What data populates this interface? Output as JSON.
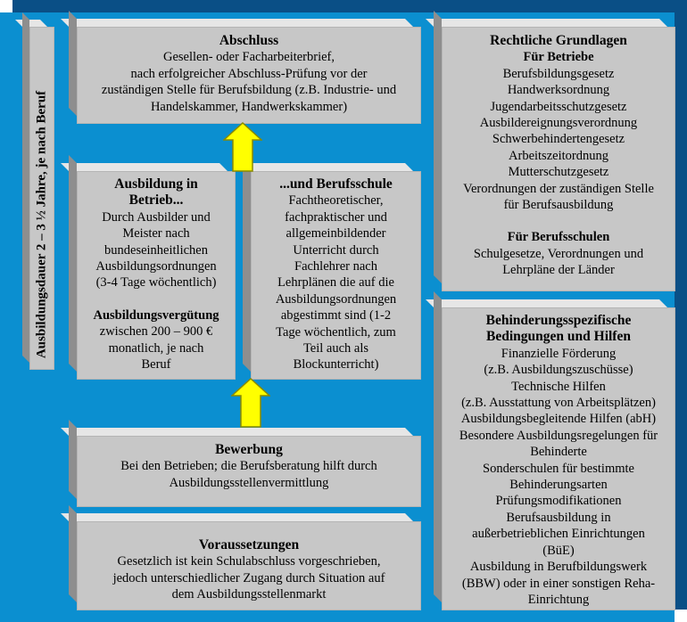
{
  "side_label": "Ausbildungsdauer 2 – 3 ½ Jahre, je nach Beruf",
  "abschluss": {
    "title": "Abschluss",
    "lines": [
      "Gesellen- oder Facharbeiterbrief,",
      "nach erfolgreicher Abschluss-Prüfung vor der",
      "zuständigen Stelle für Berufsbildung (z.B. Industrie-  und",
      "Handelskammer, Handwerkskammer)"
    ]
  },
  "betrieb": {
    "title_lines": [
      "Ausbildung in",
      "Betrieb..."
    ],
    "lines": [
      "Durch Ausbilder und",
      "Meister nach",
      "bundeseinheitlichen",
      "Ausbildungsordnungen",
      "(3-4 Tage wöchentlich)"
    ],
    "verguetung_title": "Ausbildungsvergütung",
    "verguetung_lines": [
      "zwischen 200 – 900 €",
      "monatlich, je nach",
      "Beruf"
    ]
  },
  "berufsschule": {
    "title": "...und Berufsschule",
    "lines": [
      "Fachtheoretischer,",
      "fachpraktischer und",
      "allgemeinbildender",
      "Unterricht durch",
      "Fachlehrer nach",
      "Lehrplänen die auf die",
      "Ausbildungsordnungen",
      "abgestimmt sind (1-2",
      "Tage wöchentlich, zum",
      "Teil auch als",
      "Blockunterricht)"
    ]
  },
  "bewerbung": {
    "title": "Bewerbung",
    "lines": [
      "Bei den Betrieben; die Berufsberatung hilft durch",
      "Ausbildungsstellenvermittlung"
    ]
  },
  "voraussetzungen": {
    "title": "Voraussetzungen",
    "lines": [
      "Gesetzlich ist kein Schulabschluss vorgeschrieben,",
      "jedoch unterschiedlicher Zugang durch Situation auf",
      "dem Ausbildungsstellenmarkt"
    ]
  },
  "rechtliche": {
    "title": "Rechtliche Grundlagen",
    "betriebe_title": "Für Betriebe",
    "betriebe_lines": [
      "Berufsbildungsgesetz",
      "Handwerksordnung",
      "Jugendarbeitsschutzgesetz",
      "Ausbildereignungsverordnung",
      "Schwerbehindertengesetz",
      "Arbeitszeitordnung",
      "Mutterschutzgesetz",
      "Verordnungen der zuständigen Stelle",
      "für Berufsausbildung"
    ],
    "schulen_title": "Für Berufsschulen",
    "schulen_lines": [
      "Schulgesetze, Verordnungen und",
      "Lehrpläne der Länder"
    ]
  },
  "behinderung": {
    "title_lines": [
      "Behinderungsspezifische",
      "Bedingungen und Hilfen"
    ],
    "lines": [
      "Finanzielle Förderung",
      "(z.B. Ausbildungszuschüsse)",
      "Technische Hilfen",
      "(z.B. Ausstattung von Arbeitsplätzen)",
      "Ausbildungsbegleitende Hilfen (abH)",
      "Besondere Ausbildungsregelungen für",
      "Behinderte",
      "Sonderschulen für bestimmte",
      "Behinderungsarten",
      "Prüfungsmodifikationen",
      "Berufsausbildung in",
      "außerbetrieblichen Einrichtungen",
      "(BüE)",
      "Ausbildung in Berufbildungswerk",
      "(BBW) oder in einer sonstigen Reha-",
      "Einrichtung"
    ]
  },
  "colors": {
    "background": "#0b8fd0",
    "back_shadow": "#0a4f86",
    "box": "#c7c7c7",
    "arrow": "#ffff00"
  }
}
